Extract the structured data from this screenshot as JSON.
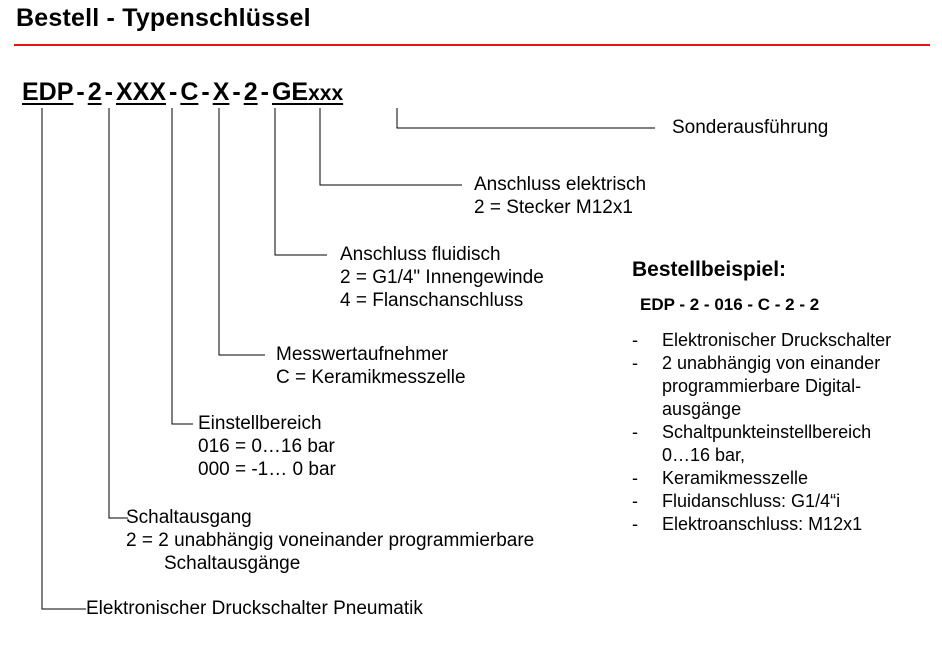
{
  "page": {
    "title": "Bestell - Typenschlüssel",
    "rule_color": "#ee1111"
  },
  "code_line": {
    "segments": [
      "EDP",
      "2",
      "XXX",
      "C",
      "X",
      "2",
      "GE"
    ],
    "suffix": "xxx",
    "separator": "-",
    "full": "EDP - 2 - XXX - C - X - 2 - GE xxx"
  },
  "callouts": {
    "sonderausfuehrung": {
      "heading": "Sonderausführung"
    },
    "anschluss_elektrisch": {
      "heading": "Anschluss elektrisch",
      "option1": "2 = Stecker M12x1"
    },
    "anschluss_fluidisch": {
      "heading": "Anschluss fluidisch",
      "option1": "2 = G1/4\" Innengewinde",
      "option2": "4 = Flanschanschluss"
    },
    "messwertaufnehmer": {
      "heading": "Messwertaufnehmer",
      "option1": "C = Keramikmesszelle"
    },
    "einstellbereich": {
      "heading": "Einstellbereich",
      "option1": "016 =  0…16 bar",
      "option2": "000 = -1… 0 bar"
    },
    "schaltausgang": {
      "heading": "Schaltausgang",
      "option1": "2 = 2 unabhängig voneinander programmierbare",
      "option1_cont": "Schaltausgänge"
    },
    "produkt": {
      "heading": "Elektronischer Druckschalter Pneumatik"
    }
  },
  "example": {
    "title": "Bestellbeispiel:",
    "code": "EDP - 2 - 016 - C - 2 - 2",
    "bullet": "-",
    "items": [
      {
        "text": "Elektronischer Druckschalter",
        "cont": null
      },
      {
        "text": "2 unabhängig von einander",
        "cont": "programmierbare Digital-"
      },
      {
        "text": null,
        "cont": "ausgänge"
      },
      {
        "text": "Schaltpunkteinstellbereich",
        "cont": "0…16 bar,"
      },
      {
        "text": "Keramikmesszelle",
        "cont": null
      },
      {
        "text": "Fluidanschluss: G1/4“i",
        "cont": null
      },
      {
        "text": "Elektroanschluss:  M12x1",
        "cont": null
      }
    ]
  }
}
